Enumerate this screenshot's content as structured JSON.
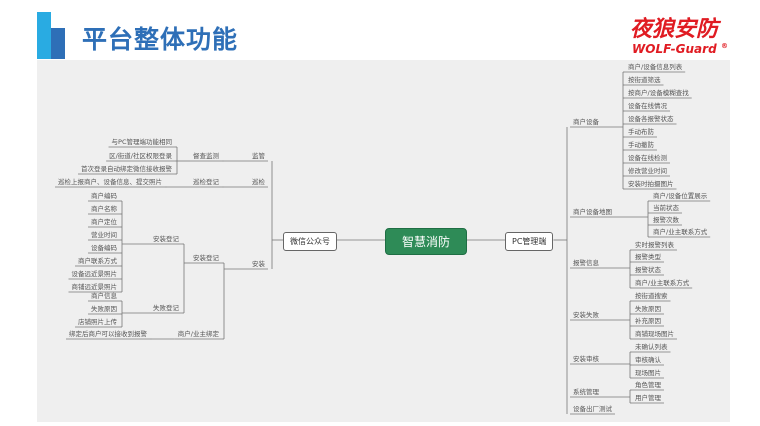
{
  "header": {
    "title": "平台整体功能",
    "logo_cn": "夜狼安防",
    "logo_en": "WOLF-Guard",
    "logo_reg": "®"
  },
  "center": "智慧消防",
  "left_root": "微信公众号",
  "right_root": "PC管理端",
  "left": [
    {
      "label": "监管",
      "sub": "督查监测",
      "items": [
        "与PC管理端功能相同",
        "区/街道/社区权限登录",
        "首次登录自动绑定微信接收报警"
      ]
    },
    {
      "label": "巡检",
      "sub": "巡检登记",
      "items": [
        "巡检上报商户、设备信息、提交照片"
      ]
    },
    {
      "label": "安装",
      "subs": [
        {
          "label": "安装登记",
          "children": [
            {
              "label": "安装登记",
              "items": [
                "商户编码",
                "商户名称",
                "商户定位",
                "营业时间",
                "设备编码",
                "商户联系方式",
                "设备远近景照片",
                "商铺远近景照片"
              ]
            },
            {
              "label": "失败登记",
              "items": [
                "商户信息",
                "失败原因",
                "店铺照片上传"
              ]
            }
          ]
        },
        {
          "label": "商户/业主绑定",
          "items": [
            "绑定后商户可以接收到报警"
          ]
        }
      ]
    }
  ],
  "right": [
    {
      "label": "商户设备",
      "items": [
        "商户/设备信息列表",
        "按街道筛选",
        "按商户/设备模糊查找",
        "设备在线情况",
        "设备各报警状态",
        "手动布防",
        "手动撤防",
        "设备在线检测",
        "修改营业时间",
        "安装时拍摄图片"
      ]
    },
    {
      "label": "商户设备地图",
      "items": [
        "商户/设备位置展示",
        "当前状态",
        "报警次数",
        "商户/业主联系方式"
      ]
    },
    {
      "label": "报警信息",
      "items": [
        "实时报警列表",
        "报警类型",
        "报警状态",
        "商户/业主联系方式"
      ]
    },
    {
      "label": "安装失败",
      "items": [
        "按街道搜索",
        "失败原因",
        "补充原因",
        "商铺现场图片"
      ]
    },
    {
      "label": "安装审核",
      "items": [
        "未确认列表",
        "审核确认",
        "现场图片"
      ]
    },
    {
      "label": "系统管理",
      "items": [
        "角色管理",
        "用户管理"
      ]
    },
    {
      "label": "设备出厂测试",
      "items": []
    }
  ]
}
